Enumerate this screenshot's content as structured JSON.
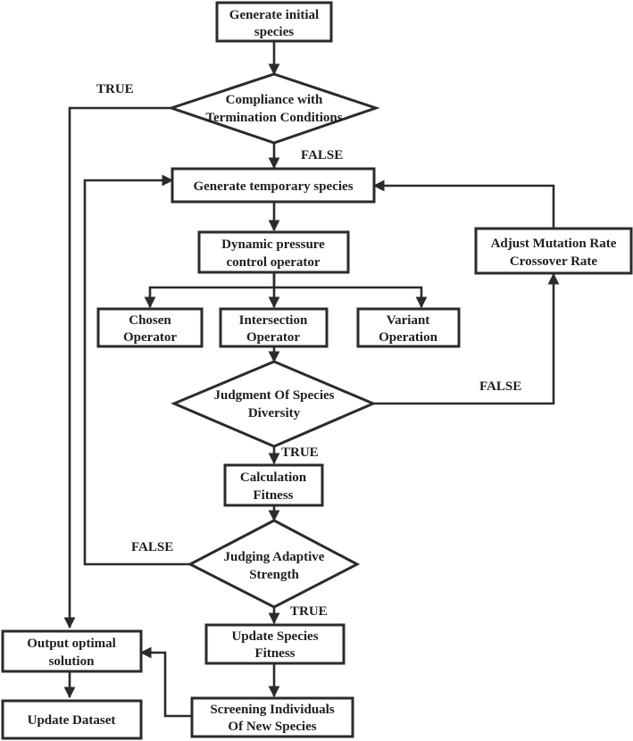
{
  "nodes": {
    "gen_initial": {
      "line1": "Generate initial",
      "line2": "species"
    },
    "compliance": {
      "line1": "Compliance with",
      "line2": "Termination Conditions"
    },
    "gen_temp": {
      "line1": "Generate temporary species"
    },
    "dyn_pressure": {
      "line1": "Dynamic pressure",
      "line2": "control operator"
    },
    "adjust": {
      "line1": "Adjust Mutation Rate",
      "line2": "Crossover Rate"
    },
    "chosen": {
      "line1": "Chosen",
      "line2": "Operator"
    },
    "intersection": {
      "line1": "Intersection",
      "line2": "Operator"
    },
    "variant": {
      "line1": "Variant",
      "line2": "Operation"
    },
    "diversity": {
      "line1": "Judgment Of Species",
      "line2": "Diversity"
    },
    "calc_fitness": {
      "line1": "Calculation",
      "line2": "Fitness"
    },
    "adaptive": {
      "line1": "Judging Adaptive",
      "line2": "Strength"
    },
    "output": {
      "line1": "Output optimal",
      "line2": "solution"
    },
    "update_fitness": {
      "line1": "Update Species",
      "line2": "Fitness"
    },
    "update_dataset": {
      "line1": "Update Dataset"
    },
    "screening": {
      "line1": "Screening Individuals",
      "line2": "Of  New Species"
    }
  },
  "conditions": {
    "compliance_true": "TRUE",
    "compliance_false": "FALSE",
    "diversity_false": "FALSE",
    "diversity_true": "TRUE",
    "adaptive_false": "FALSE",
    "adaptive_true": "TRUE"
  },
  "colors": {
    "stroke": "#2b2b2b",
    "text": "#1e1e1e",
    "background": "#ffffff"
  }
}
